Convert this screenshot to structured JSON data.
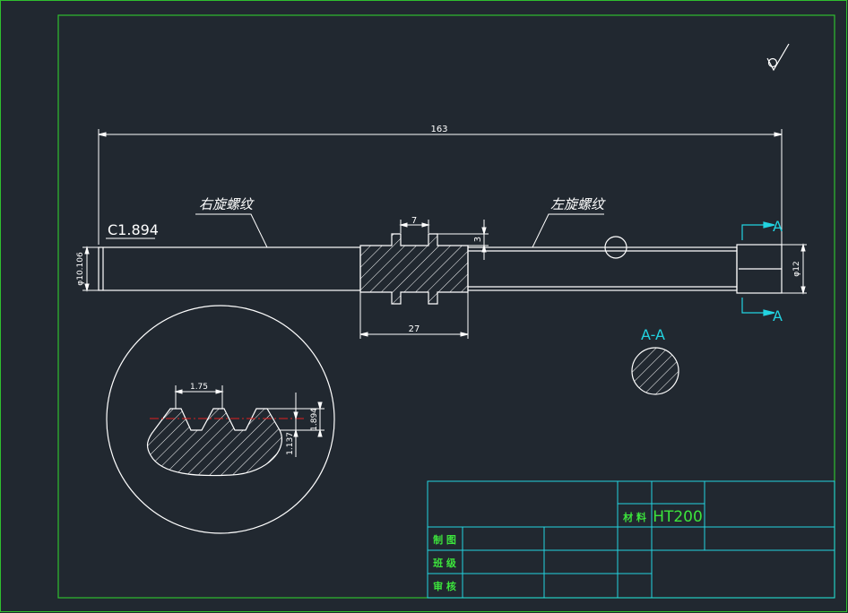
{
  "drawing": {
    "dim_overall_length": "163",
    "dim_boss_width": "27",
    "dim_collar_width": "7",
    "dim_collar_height": "3",
    "dim_left_diameter": "φ10.106",
    "dim_right_diameter": "φ12",
    "chamfer_label": "C1.894",
    "right_thread_label": "右旋螺纹",
    "left_thread_label": "左旋螺纹",
    "section_letter_top": "A",
    "section_letter_bottom": "A",
    "section_title": "A-A",
    "detail_pitch": "1.75",
    "detail_depth": "1.137",
    "detail_height": "1.894"
  },
  "title_block": {
    "material_label": "材 料",
    "material_value": "HT200",
    "row_drawn_by": "制 图",
    "row_class": "班 级",
    "row_review": "审 核"
  },
  "colors": {
    "background": "#212830",
    "frame": "#2fbf2f",
    "lines": "#ffffff",
    "title_block_lines": "#22d3e0",
    "title_block_text": "#3ce43c",
    "center_line": "#e02020"
  }
}
